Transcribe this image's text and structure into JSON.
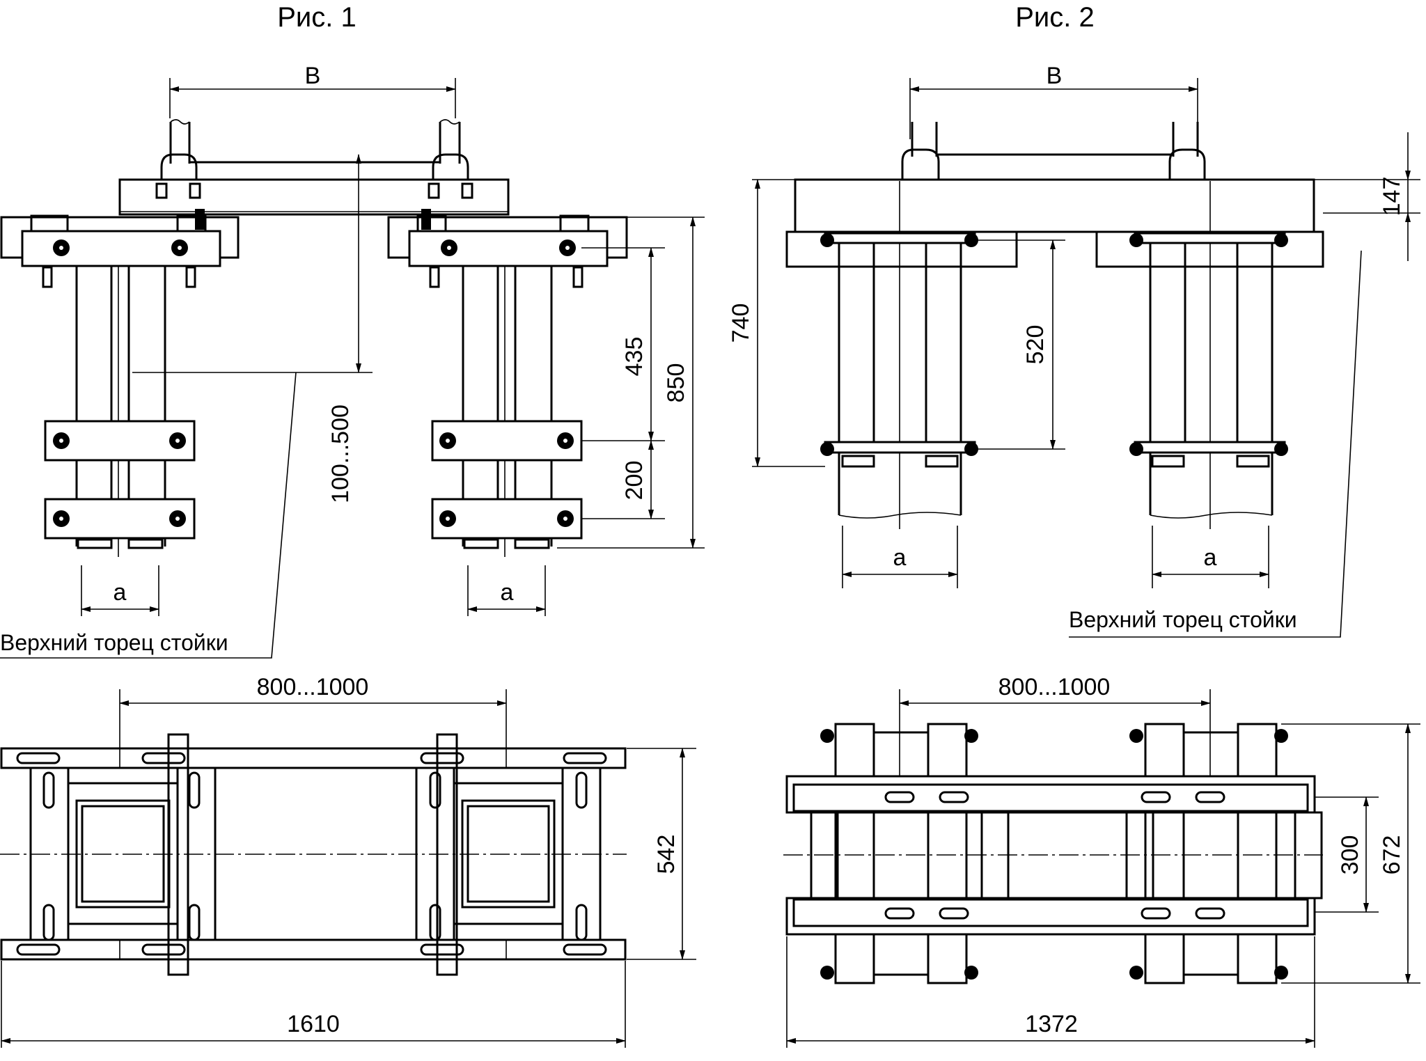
{
  "figure1": {
    "title": "Рис. 1",
    "dim_b": "В",
    "dim_a_left": "а",
    "dim_a_right": "а",
    "dim_adjust": "100...500",
    "dim_435": "435",
    "dim_850": "850",
    "dim_200": "200",
    "note": "Верхний торец стойки",
    "plan_spacing": "800...1000",
    "plan_width": "542",
    "plan_length": "1610"
  },
  "figure2": {
    "title": "Рис. 2",
    "dim_b": "В",
    "dim_a_left": "а",
    "dim_a_right": "а",
    "dim_740": "740",
    "dim_520": "520",
    "dim_147": "147",
    "note": "Верхний торец стойки",
    "plan_spacing": "800...1000",
    "plan_300": "300",
    "plan_width": "672",
    "plan_length": "1372"
  }
}
